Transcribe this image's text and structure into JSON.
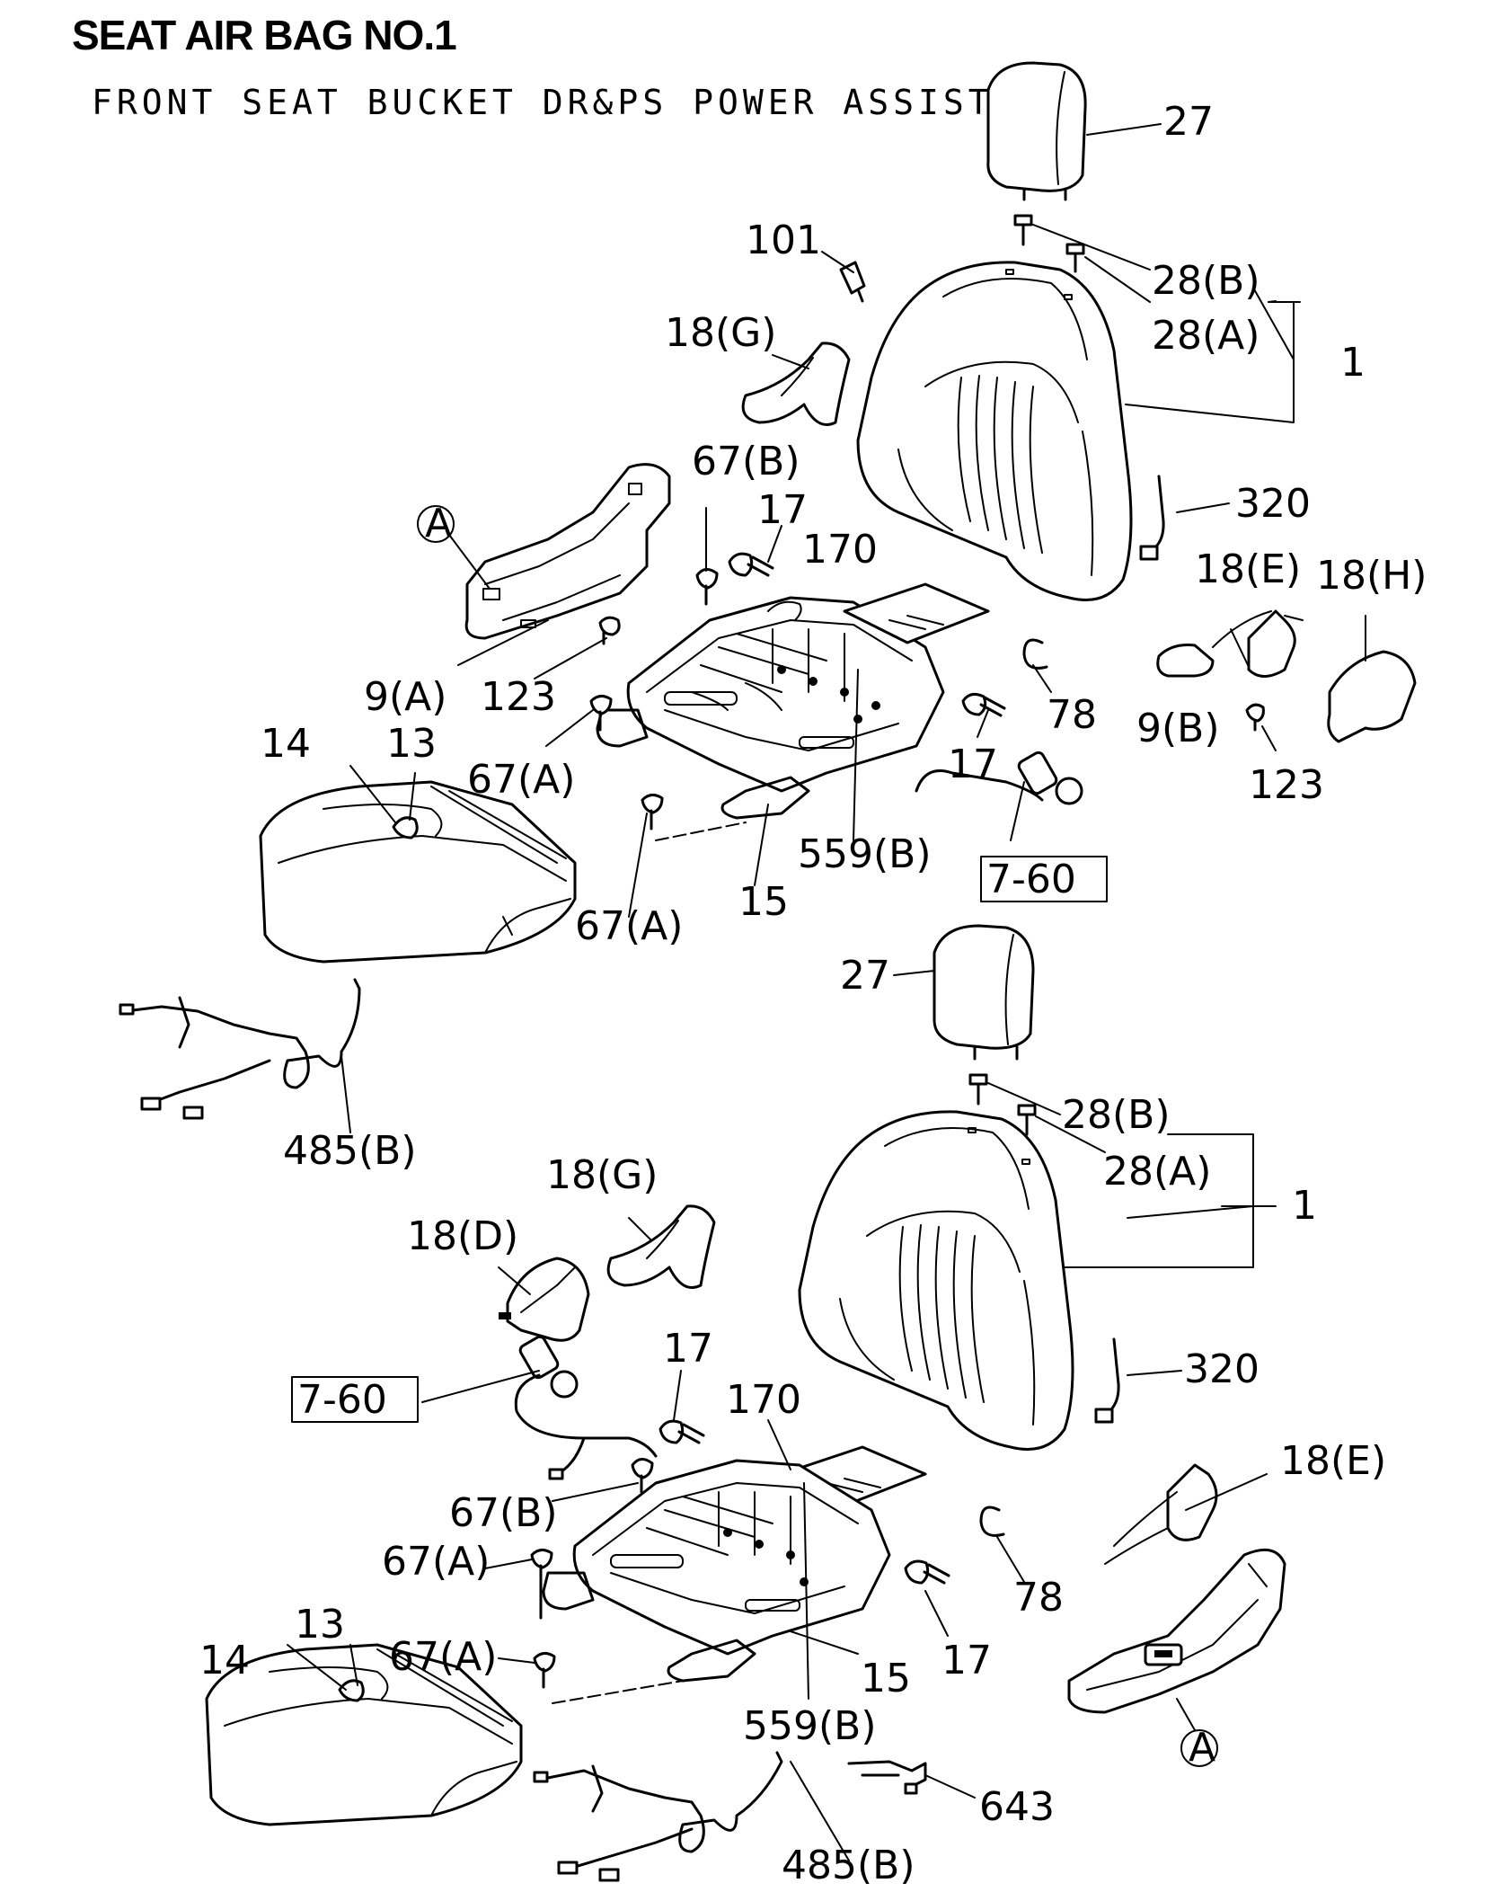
{
  "title": "SEAT AIR BAG NO.1",
  "subtitle": "FRONT SEAT BUCKET DR&PS POWER ASSIST",
  "upper_assembly": {
    "callouts": [
      "27",
      "101",
      "28(B)",
      "28(A)",
      "1",
      "18(G)",
      "67(B)",
      "17",
      "170",
      "320",
      "18(E)",
      "18(H)",
      "9(B)",
      "123",
      "78",
      "17",
      "9(A)",
      "123",
      "67(A)",
      "14",
      "13",
      "559(B)",
      "15",
      "67(A)",
      "485(B)"
    ],
    "circle_ref": "A",
    "boxed_ref": "7-60"
  },
  "lower_assembly": {
    "callouts": [
      "27",
      "28(B)",
      "28(A)",
      "1",
      "18(G)",
      "18(D)",
      "320",
      "17",
      "170",
      "67(B)",
      "67(A)",
      "78",
      "18(E)",
      "13",
      "14",
      "67(A)",
      "17",
      "15",
      "559(B)",
      "485(B)",
      "643"
    ],
    "circle_ref": "A",
    "boxed_ref": "7-60"
  }
}
